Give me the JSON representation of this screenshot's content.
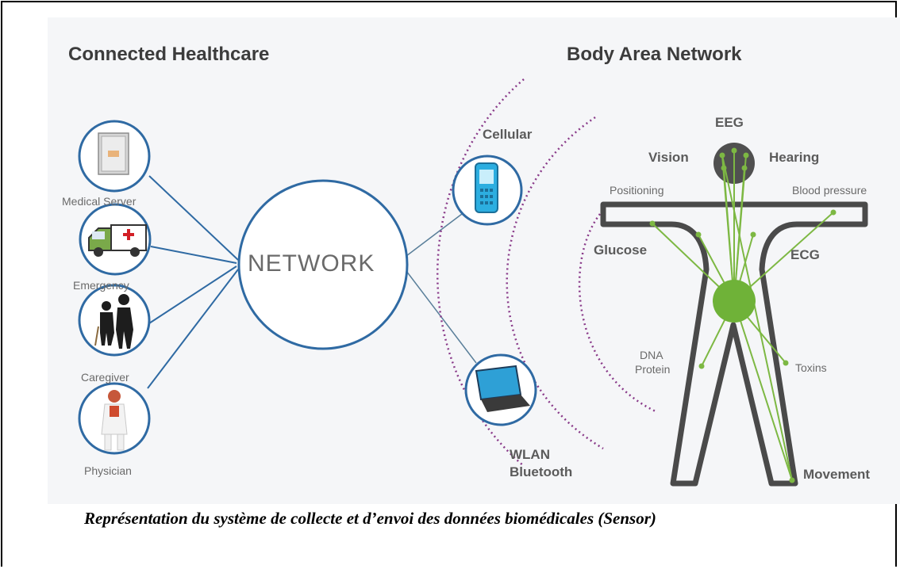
{
  "diagram": {
    "left_title": "Connected Healthcare",
    "right_title": "Body Area Network",
    "network_label": "NETWORK",
    "endpoints": [
      {
        "label": "Medical Server",
        "icon": "server-icon"
      },
      {
        "label": "Emergency",
        "icon": "ambulance-icon"
      },
      {
        "label": "Caregiver",
        "icon": "caregiver-icon"
      },
      {
        "label": "Physician",
        "icon": "physician-icon"
      }
    ],
    "links": [
      {
        "label": "Cellular",
        "icon": "phone-icon"
      },
      {
        "label_line1": "WLAN",
        "label_line2": "Bluetooth",
        "icon": "laptop-icon"
      }
    ],
    "sensors": {
      "eeg": "EEG",
      "vision": "Vision",
      "hearing": "Hearing",
      "positioning": "Positioning",
      "blood_pressure": "Blood pressure",
      "glucose": "Glucose",
      "ecg": "ECG",
      "dna_line1": "DNA",
      "dna_line2": "Protein",
      "toxins": "Toxins",
      "movement": "Movement"
    },
    "colors": {
      "circle_stroke": "#2f6aa3",
      "sensor_green": "#7db843",
      "hub_green": "#6fb238",
      "arc_purple": "#8a3b8a"
    }
  },
  "caption": "Représentation du système de collecte et d’envoi des données biomédicales (Sensor)"
}
